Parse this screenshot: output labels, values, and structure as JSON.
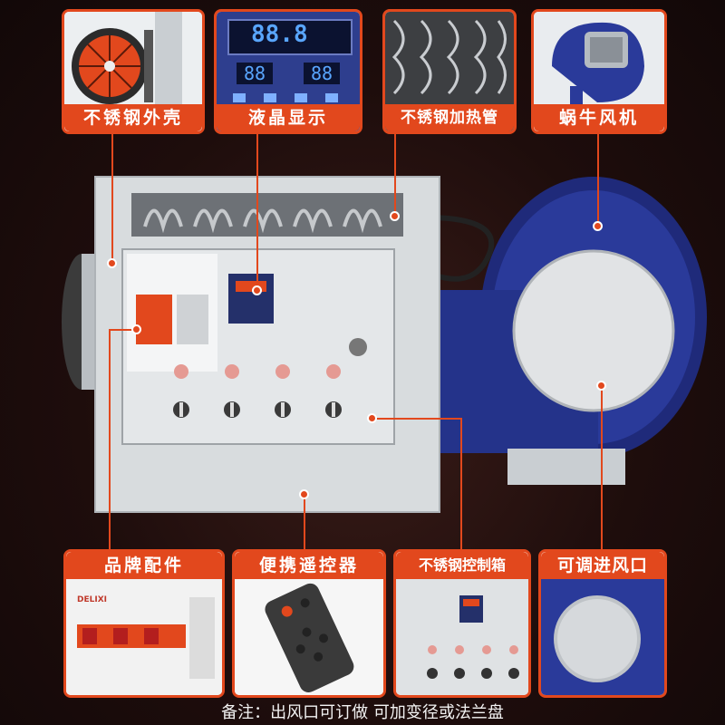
{
  "labels": {
    "stainless_shell": "不锈钢外壳",
    "lcd_display": "液晶显示",
    "heating_tube": "不锈钢加热管",
    "snail_fan": "蜗牛风机",
    "brand_parts": "品牌配件",
    "remote": "便携遥控器",
    "control_box": "不锈钢控制箱",
    "air_inlet": "可调进风口"
  },
  "lcd": {
    "main": "88.8",
    "left": "88",
    "right": "88"
  },
  "breaker_brand": "DELIXI",
  "note": "备注：出风口可订做 可加变径或法兰盘",
  "colors": {
    "accent": "#e2481d",
    "blower_blue": "#2a3a9a",
    "steel": "#d8dcde"
  }
}
